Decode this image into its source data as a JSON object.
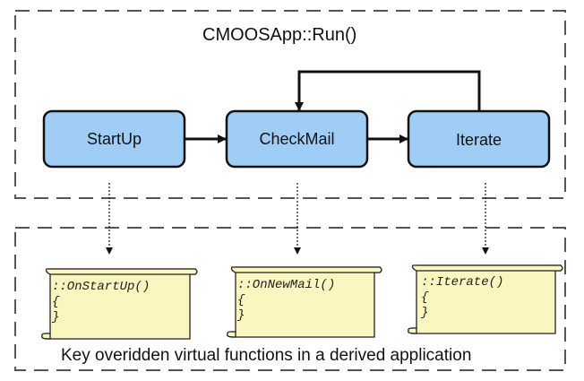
{
  "diagram": {
    "title": "CMOOSApp::Run()",
    "boxes": [
      {
        "id": "startup",
        "label": "StartUp"
      },
      {
        "id": "checkmail",
        "label": "CheckMail"
      },
      {
        "id": "iterate",
        "label": "Iterate"
      }
    ],
    "scrolls": [
      {
        "line1": "::OnStartUp()",
        "line2": "{",
        "line3": "}"
      },
      {
        "line1": "::OnNewMail()",
        "line2": "{",
        "line3": "}"
      },
      {
        "line1": "::Iterate()",
        "line2": "{",
        "line3": "}"
      }
    ],
    "caption": "Key overidden virtual functions in a derived application",
    "colors": {
      "box_fill": "#9fcdf5",
      "box_stroke": "#111111",
      "scroll_fill": "#fbf5c0",
      "dash_border": "#555555"
    }
  }
}
